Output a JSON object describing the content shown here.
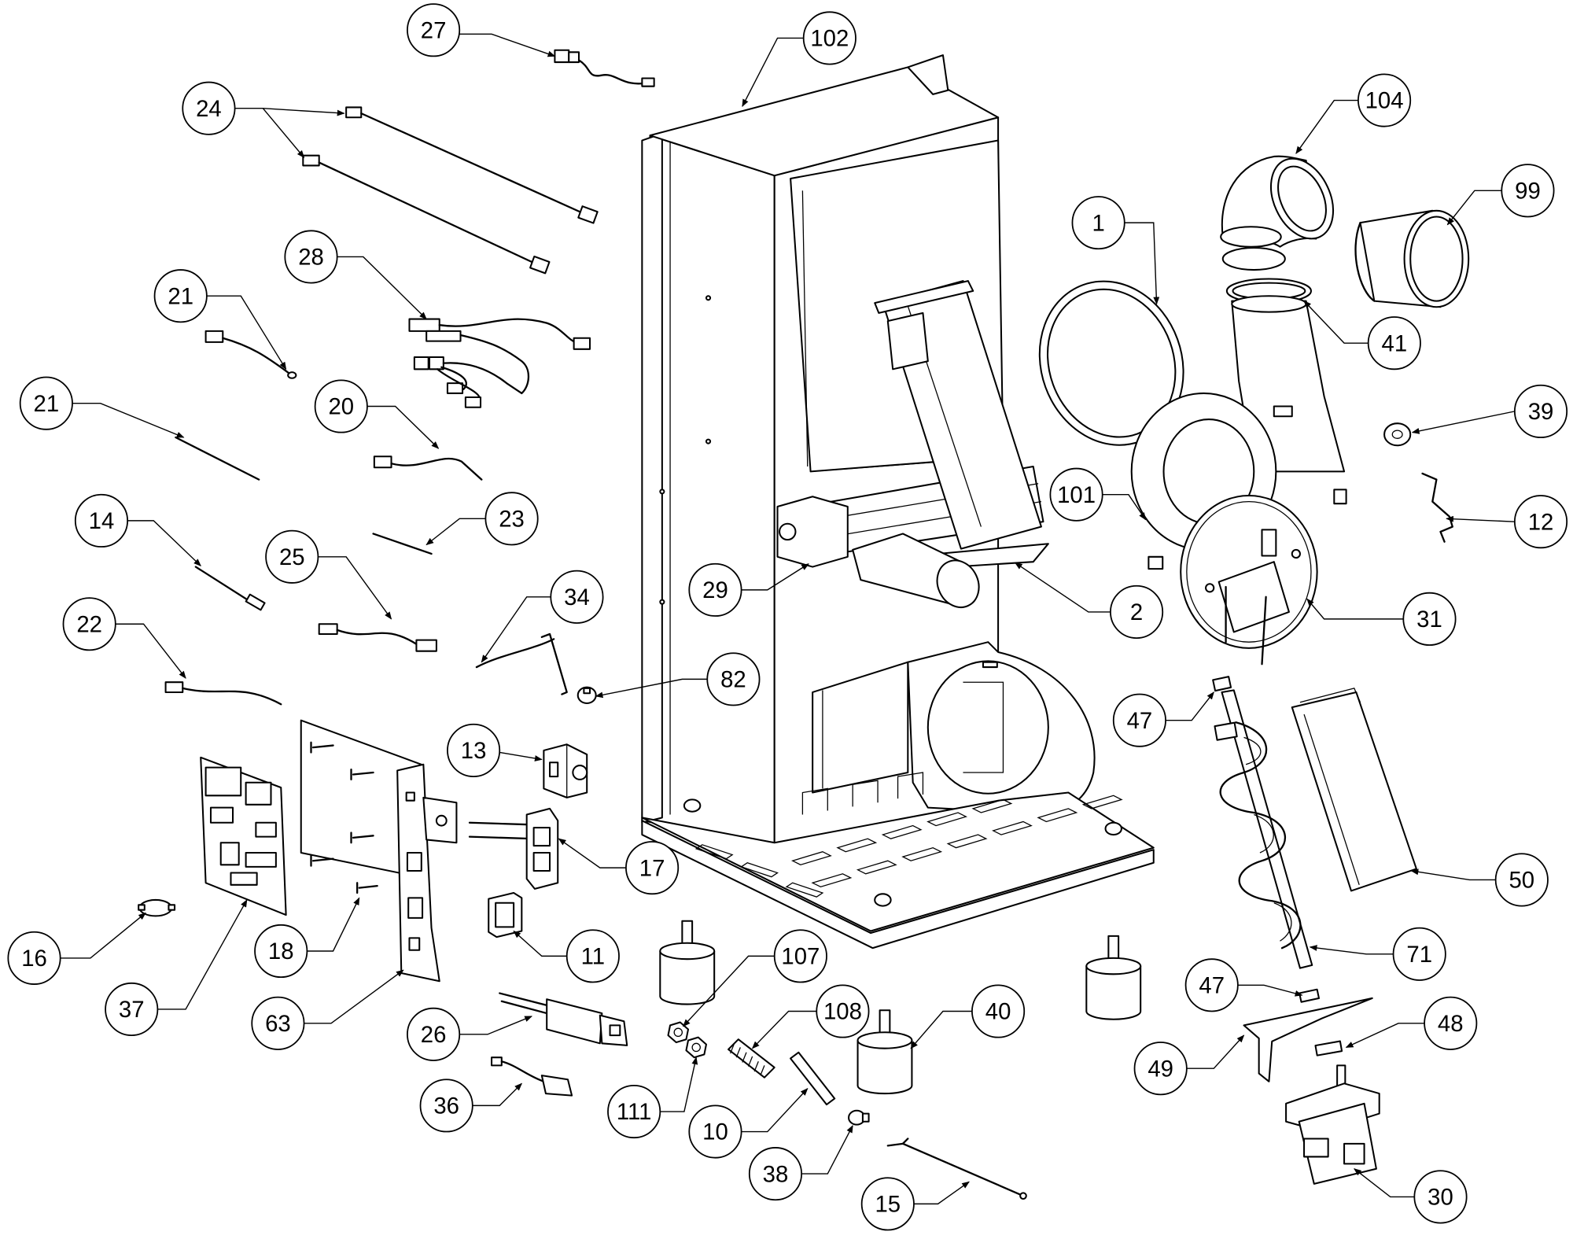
{
  "callouts": [
    "27",
    "24",
    "102",
    "104",
    "99",
    "1",
    "41",
    "39",
    "12",
    "101",
    "31",
    "2",
    "29",
    "28",
    "21",
    "21",
    "20",
    "23",
    "14",
    "25",
    "34",
    "22",
    "82",
    "47",
    "13",
    "17",
    "50",
    "16",
    "18",
    "11",
    "37",
    "107",
    "71",
    "47",
    "63",
    "108",
    "40",
    "48",
    "26",
    "49",
    "36",
    "111",
    "10",
    "38",
    "15",
    "30"
  ]
}
